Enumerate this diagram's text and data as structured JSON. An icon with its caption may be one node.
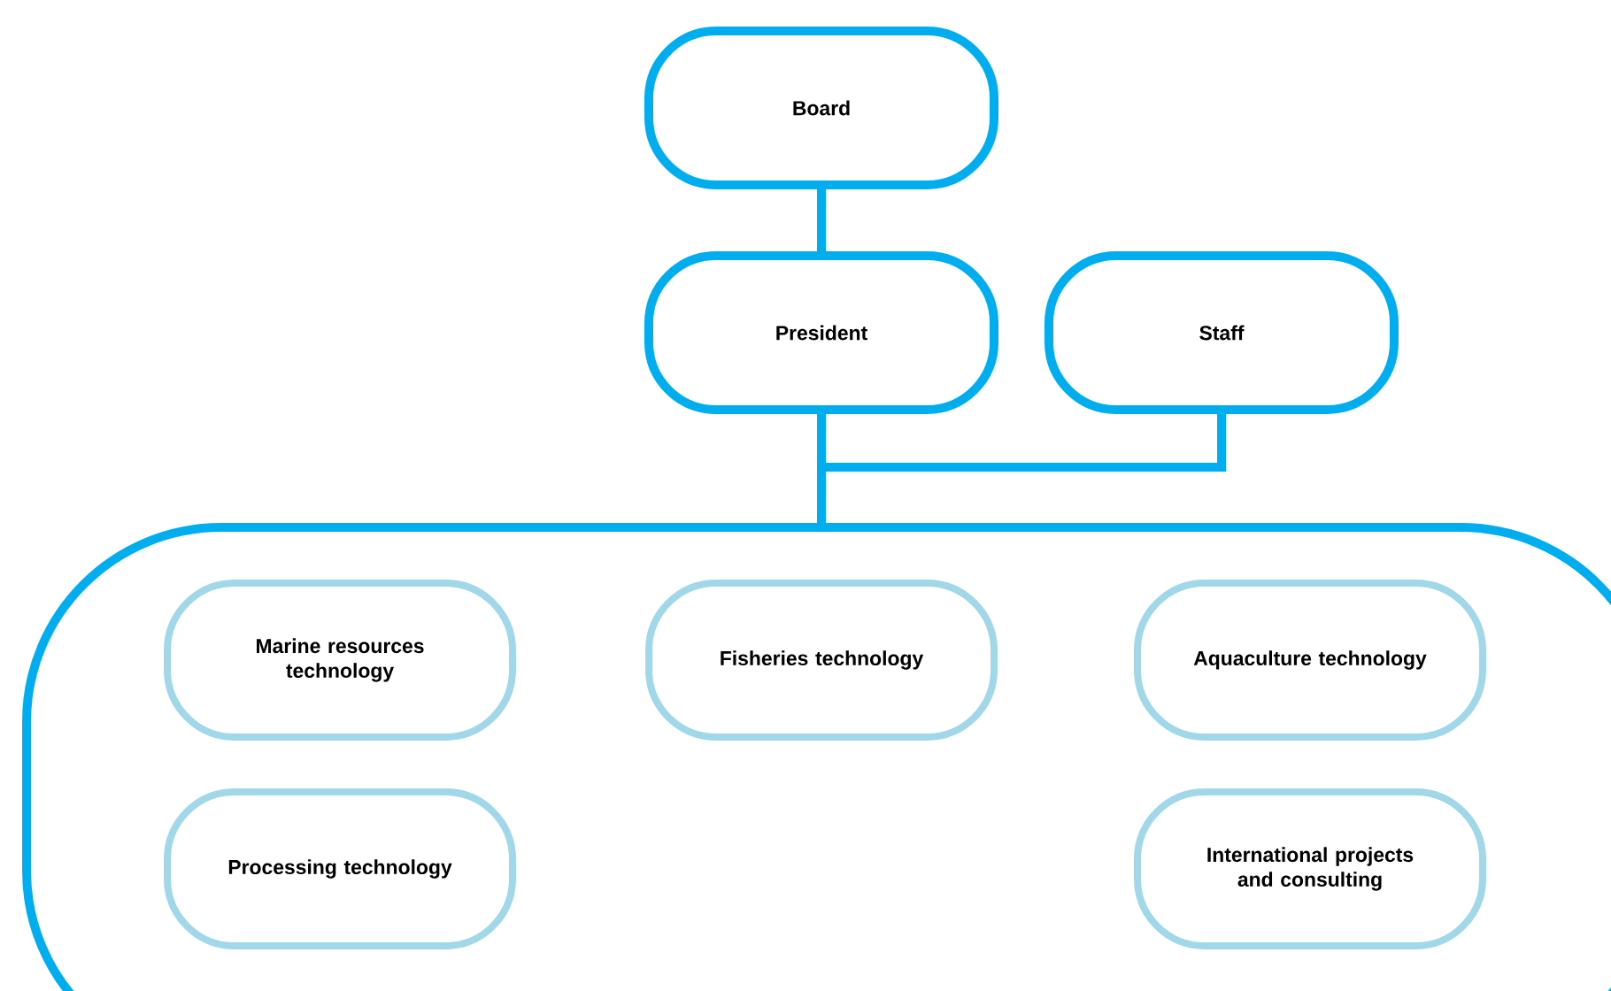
{
  "diagram": {
    "nodes": [
      {
        "text": [
          "Board"
        ]
      },
      {
        "text": [
          "President"
        ]
      },
      {
        "text": [
          "Staff"
        ]
      },
      {
        "text": [],
        "shape": "box"
      },
      {
        "text": [
          "Marine resources technology"
        ],
        "in": 3
      },
      {
        "text": [
          "Fisheries technology"
        ],
        "in": 3
      },
      {
        "text": [
          "Aquaculture technology"
        ],
        "in": 3
      },
      {
        "text": [
          "Processing technology"
        ],
        "in": 3
      },
      {
        "text": [
          "International projects and consulting"
        ],
        "in": 3
      }
    ],
    "edges": [
      {
        "from": 0,
        "to": 1,
        "arrow": "none"
      },
      {
        "from": 1,
        "to": 3,
        "arrow": "none"
      },
      {
        "from": 2,
        "to": 3,
        "arrow": "none"
      }
    ]
  }
}
